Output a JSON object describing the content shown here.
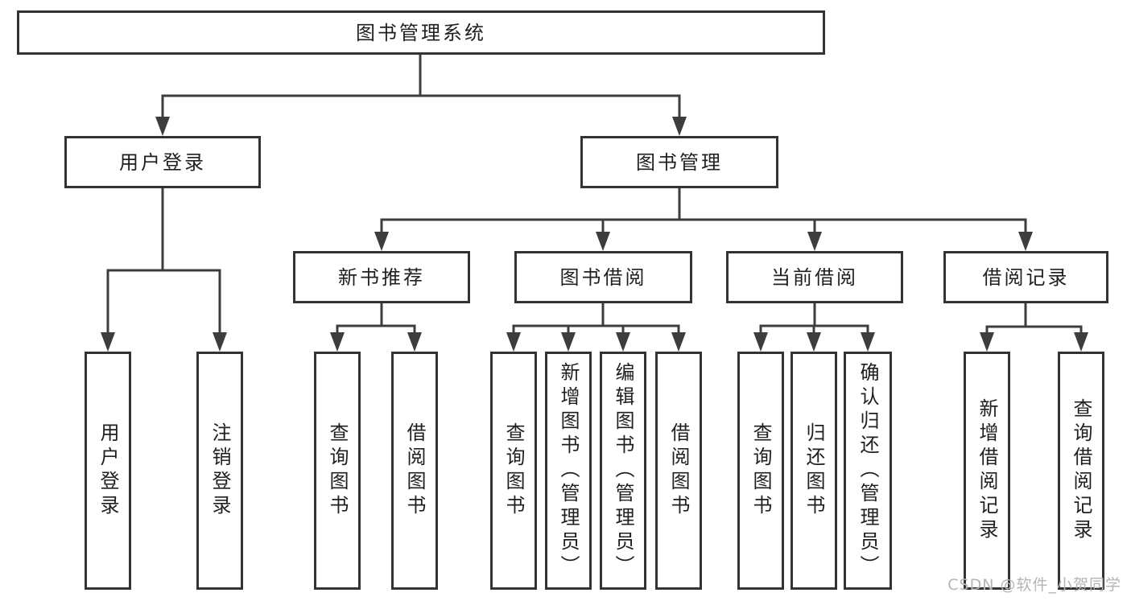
{
  "tree": {
    "root": {
      "label": "图书管理系统"
    },
    "branches": [
      {
        "label": "用户登录",
        "children": [
          "用户登录",
          "注销登录"
        ]
      },
      {
        "label": "图书管理",
        "children": [
          {
            "label": "新书推荐",
            "children": [
              "查询图书",
              "借阅图书"
            ]
          },
          {
            "label": "图书借阅",
            "children": [
              "查询图书",
              "新增图书（管理员）",
              "编辑图书（管理员）",
              "借阅图书"
            ]
          },
          {
            "label": "当前借阅",
            "children": [
              "查询图书",
              "归还图书",
              "确认归还（管理员）"
            ]
          },
          {
            "label": "借阅记录",
            "children": [
              "新增借阅记录",
              "查询借阅记录"
            ]
          }
        ]
      }
    ]
  },
  "watermark": {
    "text": "CSDN @软件_小贺同学"
  },
  "colors": {
    "line": "#3d3d3d",
    "box_border": "#333333",
    "text": "#1f1f1f",
    "watermark": "#b5b5b5",
    "background": "#ffffff"
  }
}
